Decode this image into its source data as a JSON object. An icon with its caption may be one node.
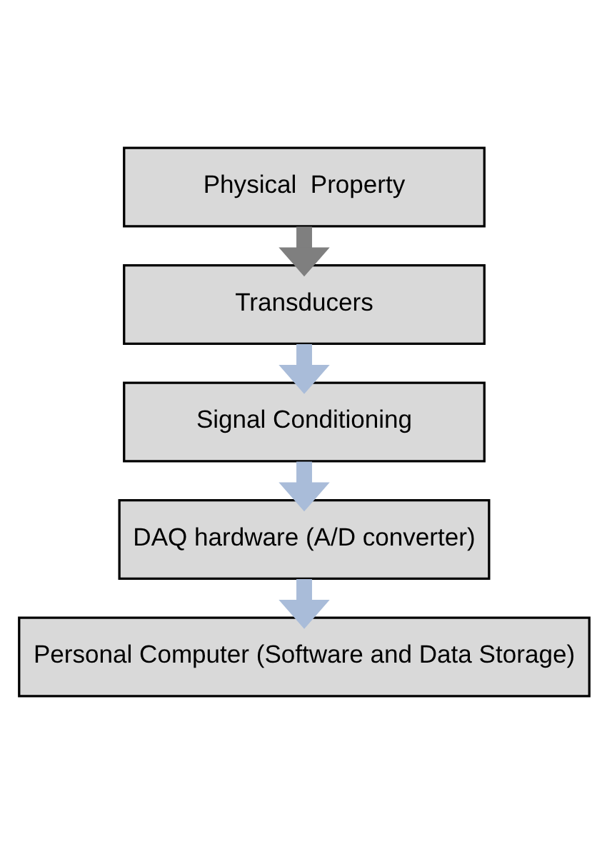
{
  "diagram": {
    "nodes": [
      {
        "text": [
          "Physical  Property"
        ]
      },
      {
        "text": [
          "Transducers"
        ]
      },
      {
        "text": [
          "Signal Conditioning"
        ]
      },
      {
        "text": [
          "DAQ hardware (A/D converter)"
        ]
      },
      {
        "text": [
          "Personal Computer (Software and Data Storage)"
        ]
      }
    ],
    "edges": [
      {
        "from": 0,
        "to": 1,
        "arrow": "to",
        "color": "#7f7f7f"
      },
      {
        "from": 1,
        "to": 2,
        "arrow": "to"
      },
      {
        "from": 2,
        "to": 3,
        "arrow": "to"
      },
      {
        "from": 3,
        "to": 4,
        "arrow": "to"
      }
    ]
  }
}
